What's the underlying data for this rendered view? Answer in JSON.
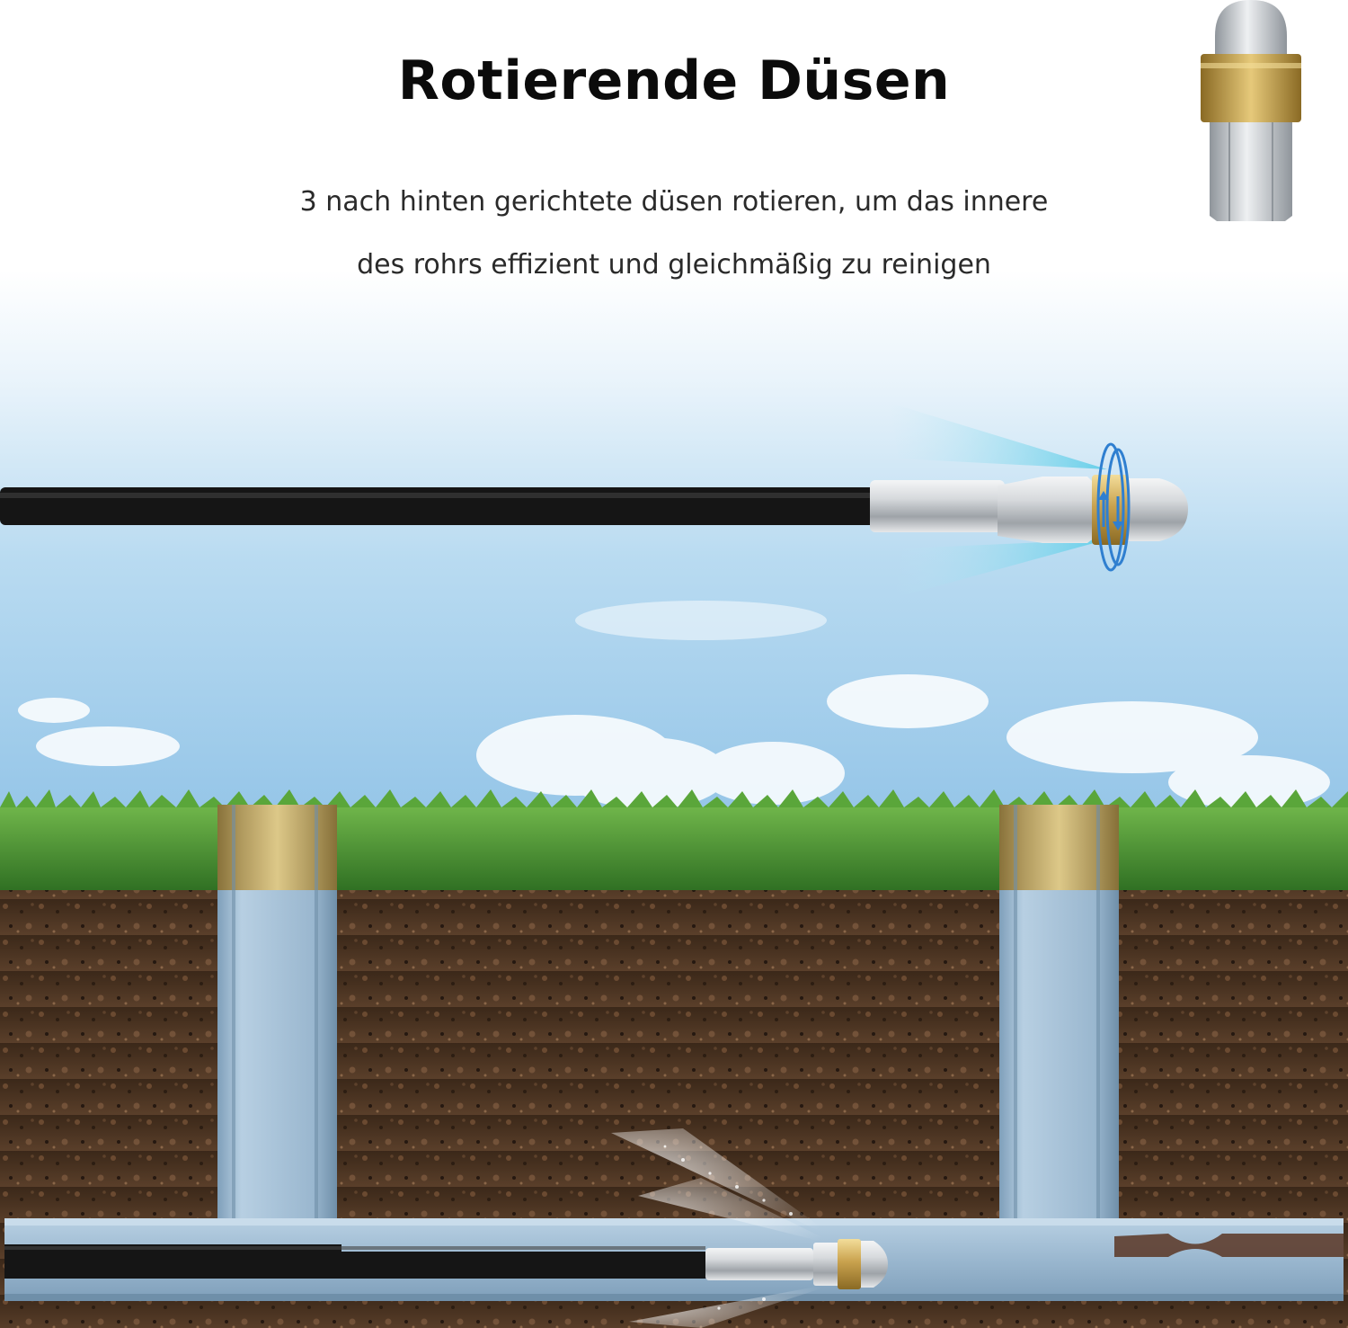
{
  "header": {
    "title": "Rotierende Düsen",
    "description_line_1": "3 nach hinten gerichtete düsen rotieren, um das innere",
    "description_line_2": "des rohrs effizient und gleichmäßig zu reinigen"
  },
  "colors": {
    "title_text": "#0b0b0b",
    "body_text": "#2a2a2a",
    "hose_black": "#151515",
    "brass": "#c9a24e",
    "steel": "#c8ccd1",
    "pipe_blue": "#9ab7cf",
    "soil_brown": "#4a3322",
    "grass_green": "#3f8a2c",
    "sky_blue": "#96c6e8",
    "spray_cyan": "#7fd6ee",
    "rotation_arrow_blue": "#2f7fd0"
  },
  "icons": {
    "product_thumbnail": "rotating-nozzle-icon",
    "rotation": "rotation-arrows-icon"
  }
}
